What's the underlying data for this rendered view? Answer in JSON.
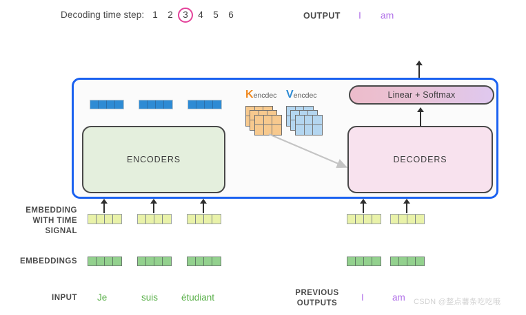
{
  "header": {
    "timestep_label": "Decoding time step:",
    "timesteps": [
      "1",
      "2",
      "3",
      "4",
      "5",
      "6"
    ],
    "active_timestep": "3",
    "active_circle_color": "#e4439b",
    "output_label": "OUTPUT",
    "output_tokens": [
      "I",
      "am"
    ],
    "output_token_color": "#b06fe8"
  },
  "model": {
    "frame_color": "#1a61f0",
    "encoders": {
      "label": "ENCODERS",
      "fill": "#e4efdd"
    },
    "decoders": {
      "label": "DECODERS",
      "fill": "#f8e2ee"
    },
    "linear_softmax": {
      "label": "Linear + Softmax"
    },
    "attention_matrices": [
      {
        "symbol": "K",
        "subscript": "encdec",
        "color": "#f08a22",
        "fill": "#f7c98e",
        "layers": 3,
        "rows": 2,
        "cols": 3
      },
      {
        "symbol": "V",
        "subscript": "encdec",
        "color": "#2e8bd4",
        "fill": "#b4d6f0",
        "layers": 3,
        "rows": 2,
        "cols": 3
      }
    ],
    "encoder_output_vectors": {
      "count": 3,
      "cells": 4,
      "color": "#2e8bd4"
    }
  },
  "rows": {
    "embedding_with_time_signal": {
      "label_lines": [
        "EMBEDDING",
        "WITH TIME",
        "SIGNAL"
      ],
      "encoder_vectors": 3,
      "decoder_vectors": 2,
      "cells": 4,
      "color": "#e9f2a9"
    },
    "embeddings": {
      "label": "EMBEDDINGS",
      "encoder_vectors": 3,
      "decoder_vectors": 2,
      "cells": 4,
      "color": "#93d18e"
    },
    "input": {
      "label": "INPUT",
      "tokens": [
        "Je",
        "suis",
        "étudiant"
      ],
      "token_color": "#5bb04b"
    },
    "previous_outputs": {
      "label_lines": [
        "PREVIOUS",
        "OUTPUTS"
      ],
      "tokens": [
        "I",
        "am"
      ],
      "token_color": "#b06fe8"
    }
  },
  "watermark": {
    "text": "CSDN @整点薯条吃吃哦"
  }
}
